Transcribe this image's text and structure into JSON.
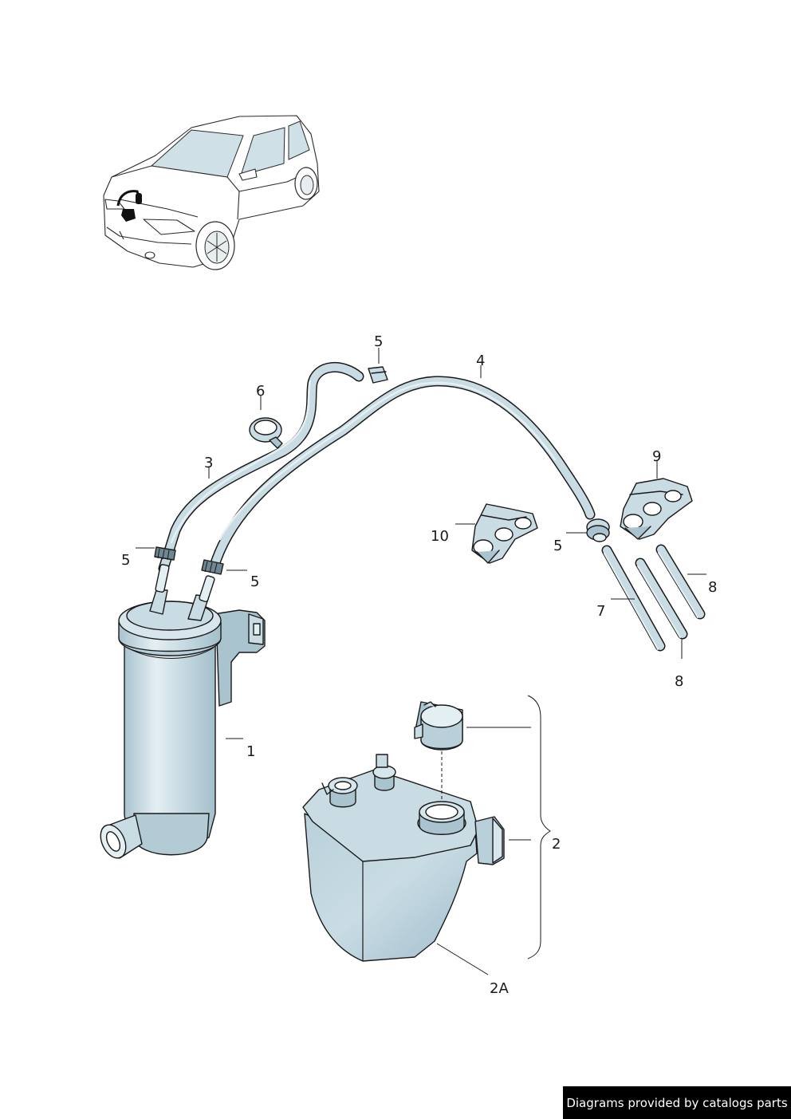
{
  "labels": {
    "l1": "1",
    "l2": "2",
    "l2a": "2A",
    "l3": "3",
    "l4": "4",
    "l5a": "5",
    "l5b": "5",
    "l5c": "5",
    "l5d": "5",
    "l6": "6",
    "l7": "7",
    "l8a": "8",
    "l8b": "8",
    "l9": "9",
    "l10": "10"
  },
  "footer": "Diagrams provided by catalogs parts",
  "colors": {
    "part_fill": "#c9dce4",
    "part_shade": "#a9c3cf",
    "part_light": "#e4eff3",
    "outline": "#1a1a1a",
    "footer_bg": "#000000",
    "footer_text": "#ffffff"
  }
}
